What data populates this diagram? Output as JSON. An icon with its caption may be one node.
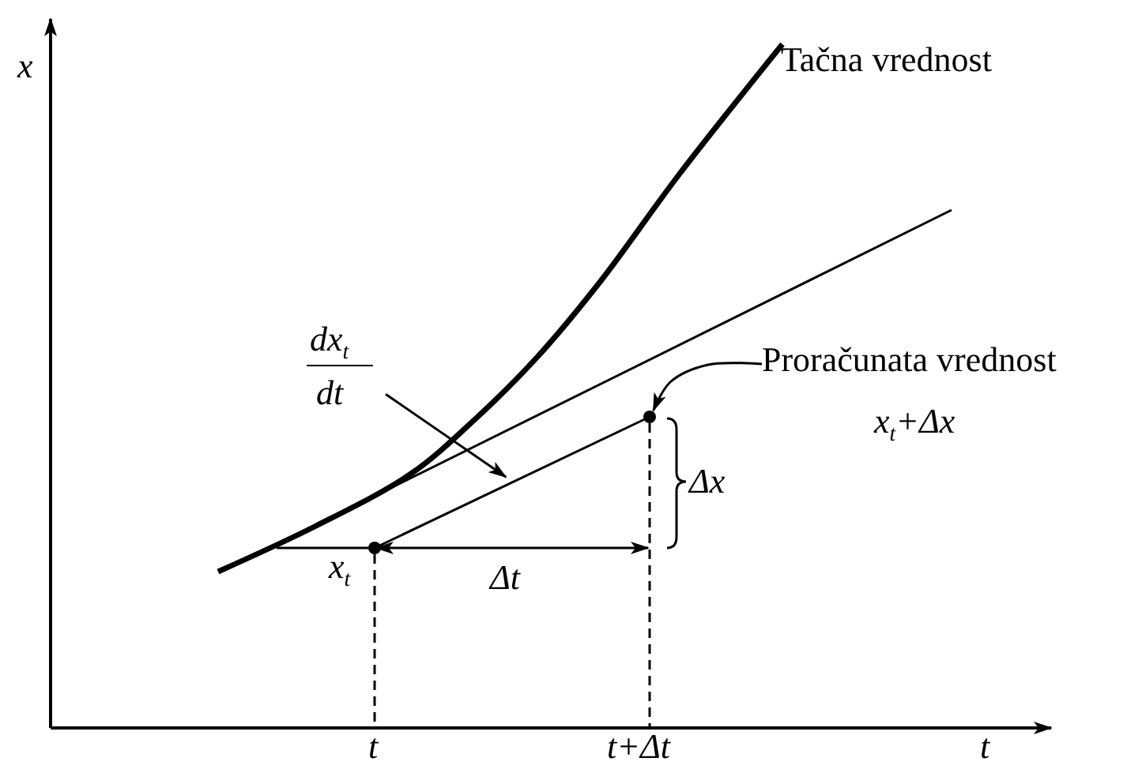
{
  "diagram": {
    "nodes": [
      {
        "text": [
          "dx$_{t}$",
          "dt"
        ]
      },
      {
        "text": [
          "Proračunata vrednost"
        ]
      },
      {
        "text": [],
        "shape": "circle"
      }
    ],
    "edges": [
      {
        "from": 0,
        "to": null,
        "arrow": "to"
      },
      {
        "from": 1,
        "to": 2,
        "arrow": "to"
      }
    ],
    "labels": [
      "x",
      "Tačna vrednost",
      "x$_{t}$+Δx",
      "Δx",
      "x$_{t}$",
      "Δt",
      "t",
      "t+Δt",
      "t"
    ]
  }
}
